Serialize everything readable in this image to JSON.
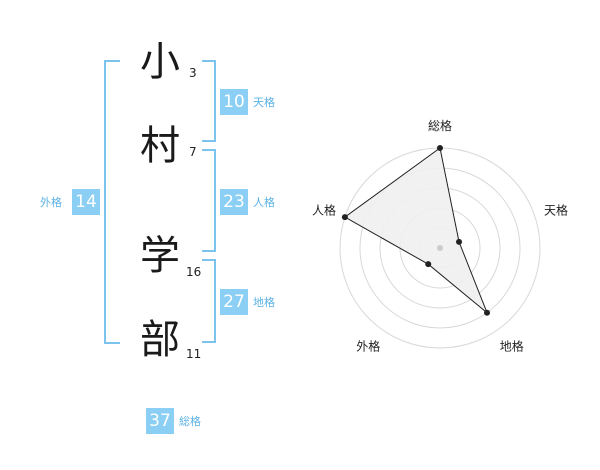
{
  "name": {
    "chars": [
      {
        "char": "小",
        "strokes": "3"
      },
      {
        "char": "村",
        "strokes": "7"
      },
      {
        "char": "学",
        "strokes": "16"
      },
      {
        "char": "部",
        "strokes": "11"
      }
    ]
  },
  "fortunes": {
    "tenkaku": {
      "value": "10",
      "label": "天格"
    },
    "jinkaku": {
      "value": "23",
      "label": "人格"
    },
    "chikaku": {
      "value": "27",
      "label": "地格"
    },
    "gaikaku": {
      "value": "14",
      "label": "外格"
    },
    "soukaku": {
      "value": "37",
      "label": "総格"
    }
  },
  "chart_data": {
    "type": "radar",
    "axes": [
      "総格",
      "天格",
      "地格",
      "外格",
      "人格"
    ],
    "values": [
      5,
      1,
      4,
      1,
      5
    ],
    "range": [
      0,
      5
    ],
    "rings": 5,
    "colors": {
      "fill": "#f0f0f0",
      "line": "#222222",
      "grid": "#d8d8d8",
      "center": "#cccccc"
    }
  }
}
